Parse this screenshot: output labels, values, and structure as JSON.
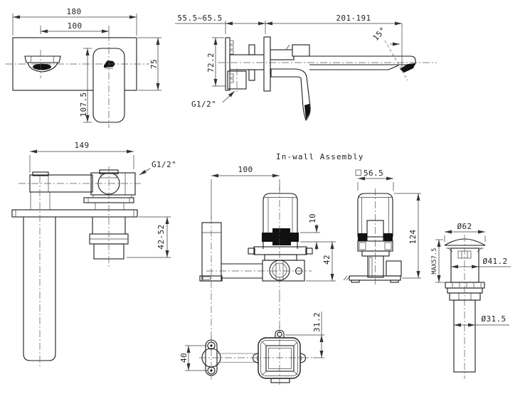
{
  "assembly_title": "In-wall Assembly",
  "front_view": {
    "plate_width": "180",
    "spout_center_distance": "100",
    "plate_height": "75",
    "handle_height": "107.5"
  },
  "side_view": {
    "wall_depth_range": "55.5~65.5",
    "spout_reach_range": "201-191",
    "body_height": "72.2",
    "spout_angle": "15°",
    "inlet_thread": "G1/2\""
  },
  "top_view": {
    "length": "149",
    "inlet_thread": "G1/2\"",
    "mount_depth_range": "42-52"
  },
  "inwall_side_view": {
    "spout_offset": "100",
    "band_height": "10",
    "body_depth": "42",
    "hole_offset": "31.2",
    "screw_spacing": "40"
  },
  "inwall_front_view": {
    "body_width": "56.5",
    "total_height": "124"
  },
  "drain_view": {
    "cap_diameter": "Ø62",
    "max_thickness": "MAX57.5",
    "body_diameter": "Ø41.2",
    "pipe_diameter": "Ø31.5"
  }
}
